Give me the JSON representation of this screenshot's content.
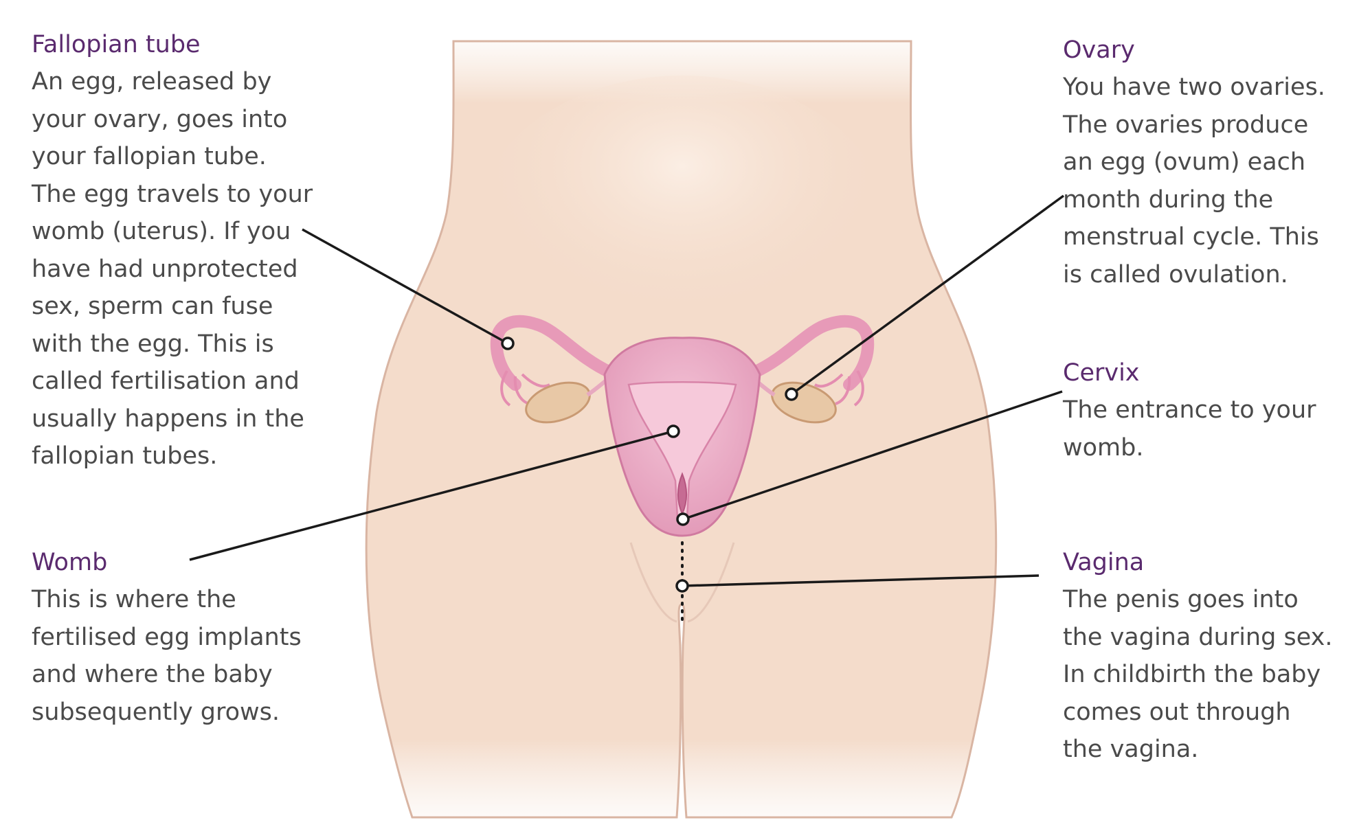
{
  "labels": {
    "fallopian_tube": {
      "title": "Fallopian tube",
      "text": "An egg, released by\nyour ovary, goes into\nyour fallopian tube.\nThe egg travels to your\nwomb (uterus). If you\nhave had unprotected\nsex, sperm can fuse\nwith the egg. This is\ncalled fertilisation and\nusually happens in the\nfallopian tubes."
    },
    "womb": {
      "title": "Womb",
      "text": "This is where the\nfertilised egg implants\nand where the baby\nsubsequently grows."
    },
    "ovary": {
      "title": "Ovary",
      "text": "You have two ovaries.\nThe ovaries produce\nan egg (ovum) each\nmonth during the\nmenstrual cycle. This\nis called ovulation."
    },
    "cervix": {
      "title": "Cervix",
      "text": "The entrance to your\nwomb."
    },
    "vagina": {
      "title": "Vagina",
      "text": "The penis goes into\nthe vagina during sex.\nIn childbirth the baby\ncomes out through\nthe vagina."
    }
  },
  "colors": {
    "heading": "#5a2a6e",
    "body_text": "#4a4a4a",
    "skin": "#f4dccb",
    "organ_pink": "#e9a6c2",
    "ovary": "#e6c4a0",
    "leader_line": "#1a1a1a"
  }
}
